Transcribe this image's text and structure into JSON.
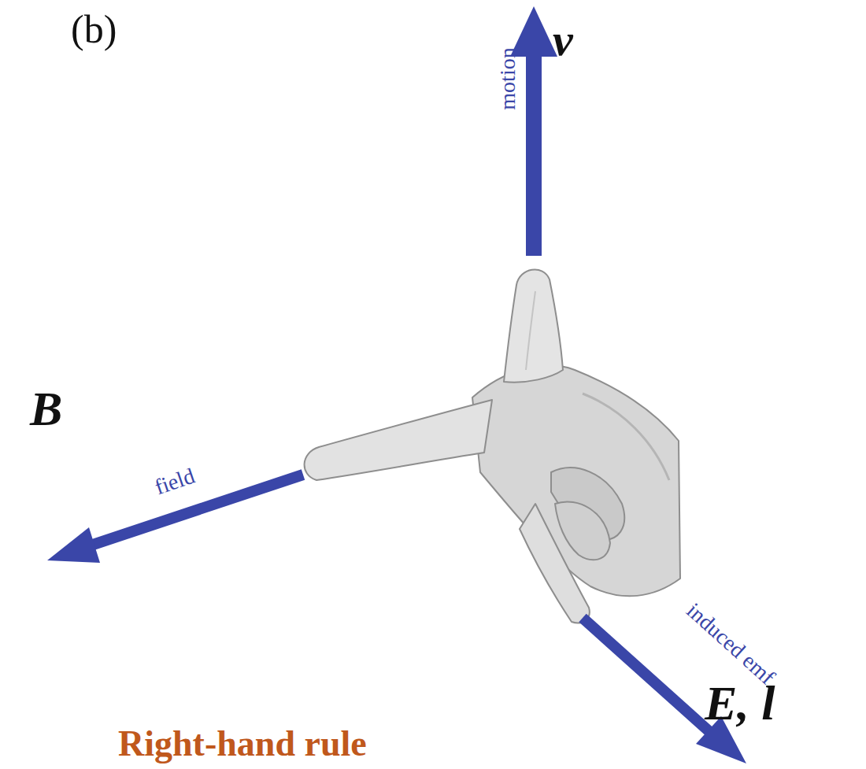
{
  "diagram": {
    "caption": "Right-hand rule",
    "labels": [
      "(b)",
      "v",
      "motion",
      "B",
      "field",
      "E, l",
      "induced emf"
    ]
  }
}
